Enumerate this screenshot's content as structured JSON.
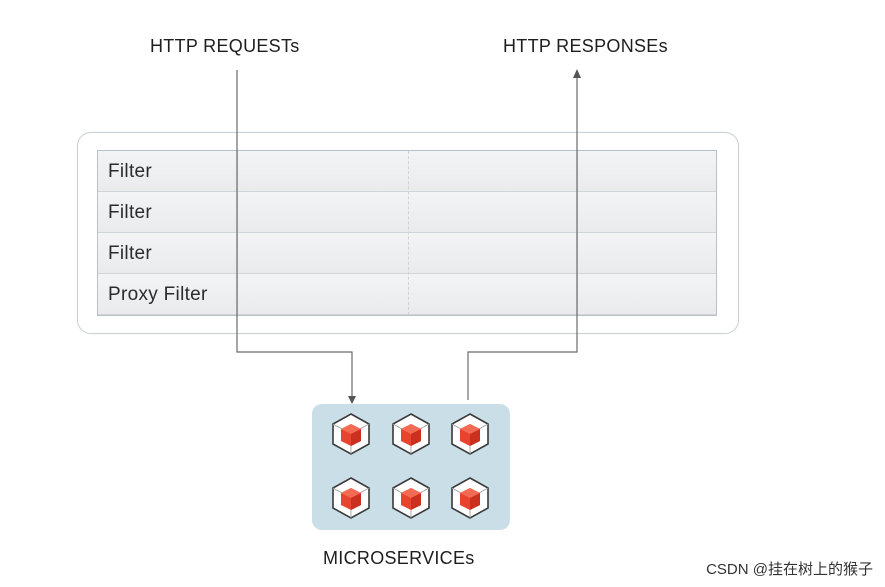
{
  "labels": {
    "requests": "HTTP REQUESTs",
    "responses": "HTTP RESPONSEs",
    "microservices": "MICROSERVICEs"
  },
  "filters": [
    {
      "label": "Filter"
    },
    {
      "label": "Filter"
    },
    {
      "label": "Filter"
    },
    {
      "label": "Proxy Filter"
    }
  ],
  "microservice_icons": [
    {
      "icon": "cube-icon"
    },
    {
      "icon": "cube-icon"
    },
    {
      "icon": "cube-icon"
    },
    {
      "icon": "cube-icon"
    },
    {
      "icon": "cube-icon"
    },
    {
      "icon": "cube-icon"
    }
  ],
  "watermark": "CSDN @挂在树上的猴子",
  "colors": {
    "cube_red": "#e8432f",
    "micro_bg": "#c9dee6",
    "line": "#6b6b6b"
  }
}
